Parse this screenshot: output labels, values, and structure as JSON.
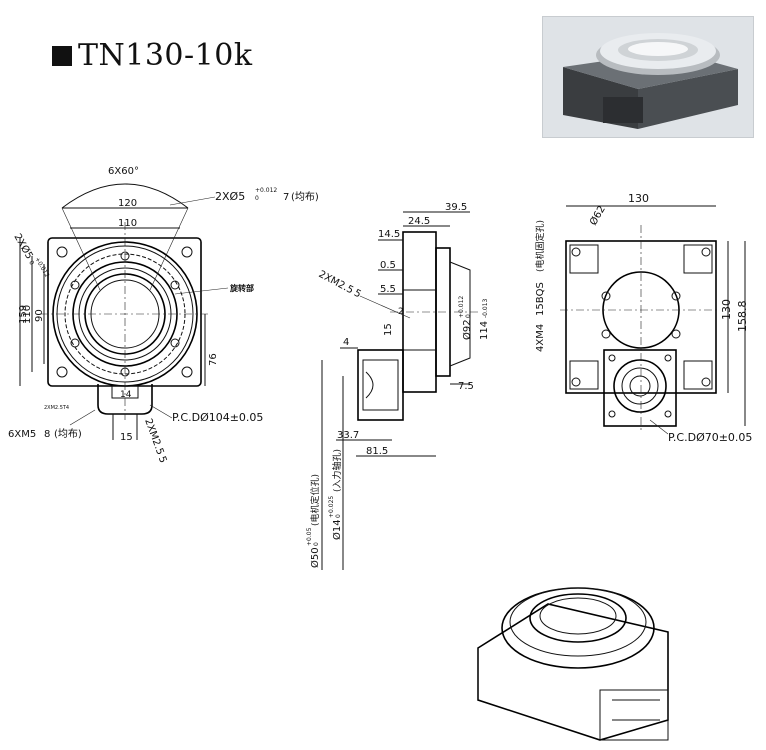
{
  "title": "TN130-10k",
  "front_view": {
    "angle_label": "6X60°",
    "width_120": "120",
    "width_110": "110",
    "hole_2x5": "2XØ5",
    "hole_2x5_tol": "+0.012",
    "hole_2x5_tol0": "0",
    "hole_2x5_depth": "7",
    "hole_2x5_uniform": "(均布)",
    "left_hole": "2XØ5",
    "left_hole_tol": "+0.012",
    "left_hole_tol0": "0",
    "h159": "159",
    "h110": "110",
    "h90": "90",
    "h76": "76",
    "rotating_part": "旋转部",
    "small_label": "2XM2.5T4",
    "d14": "14",
    "d15": "15",
    "m5": "6XM5",
    "m5_depth": "8",
    "m5_uniform": "(均布)",
    "m25": "2XM2.5",
    "m25_depth": "5",
    "pcd": "P.C.DØ104±0.05"
  },
  "side_view": {
    "d39_5": "39.5",
    "d24_5": "24.5",
    "d14_5": "14.5",
    "d0_5": "0.5",
    "d5_5": "5.5",
    "d2": "2",
    "d15": "15",
    "d4": "4",
    "m25": "2XM2.5",
    "m25_depth": "5",
    "d92": "Ø92",
    "d92_tol": "+0.012",
    "d92_tol0": "0",
    "d114": "114",
    "d114_tol": "-0.013",
    "d7_5": "7.5",
    "d33_7": "33.7",
    "d81_5": "81.5",
    "d50": "Ø50",
    "d50_tol": "+0.05",
    "d50_tol0": "0",
    "d50_note": "(电机定位孔)",
    "d14b": "Ø14",
    "d14b_tol": "+0.025",
    "d14b_tol0": "0",
    "d14b_note": "(入力轴孔)"
  },
  "right_view": {
    "w130": "130",
    "d62": "Ø62",
    "m4": "4XM4",
    "m4_depth": "15BQS",
    "m4_note": "(电机固定孔)",
    "h130": "130",
    "h158_8": "158.8",
    "pcd": "P.C.DØ70±0.05"
  }
}
